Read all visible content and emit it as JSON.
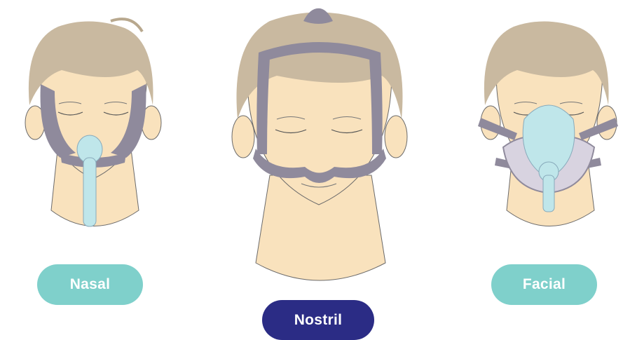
{
  "masks": {
    "nasal": {
      "label": "Nasal",
      "color": "#7fd0cb"
    },
    "nostril": {
      "label": "Nostril",
      "color": "#2b2c85"
    },
    "facial": {
      "label": "Facial",
      "color": "#7fd0cb"
    }
  },
  "colors": {
    "skin": "#f9e2bd",
    "hair": "#c9b9a0",
    "strap": "#8f8a9c",
    "mask_tube": "#bfe6ea"
  }
}
